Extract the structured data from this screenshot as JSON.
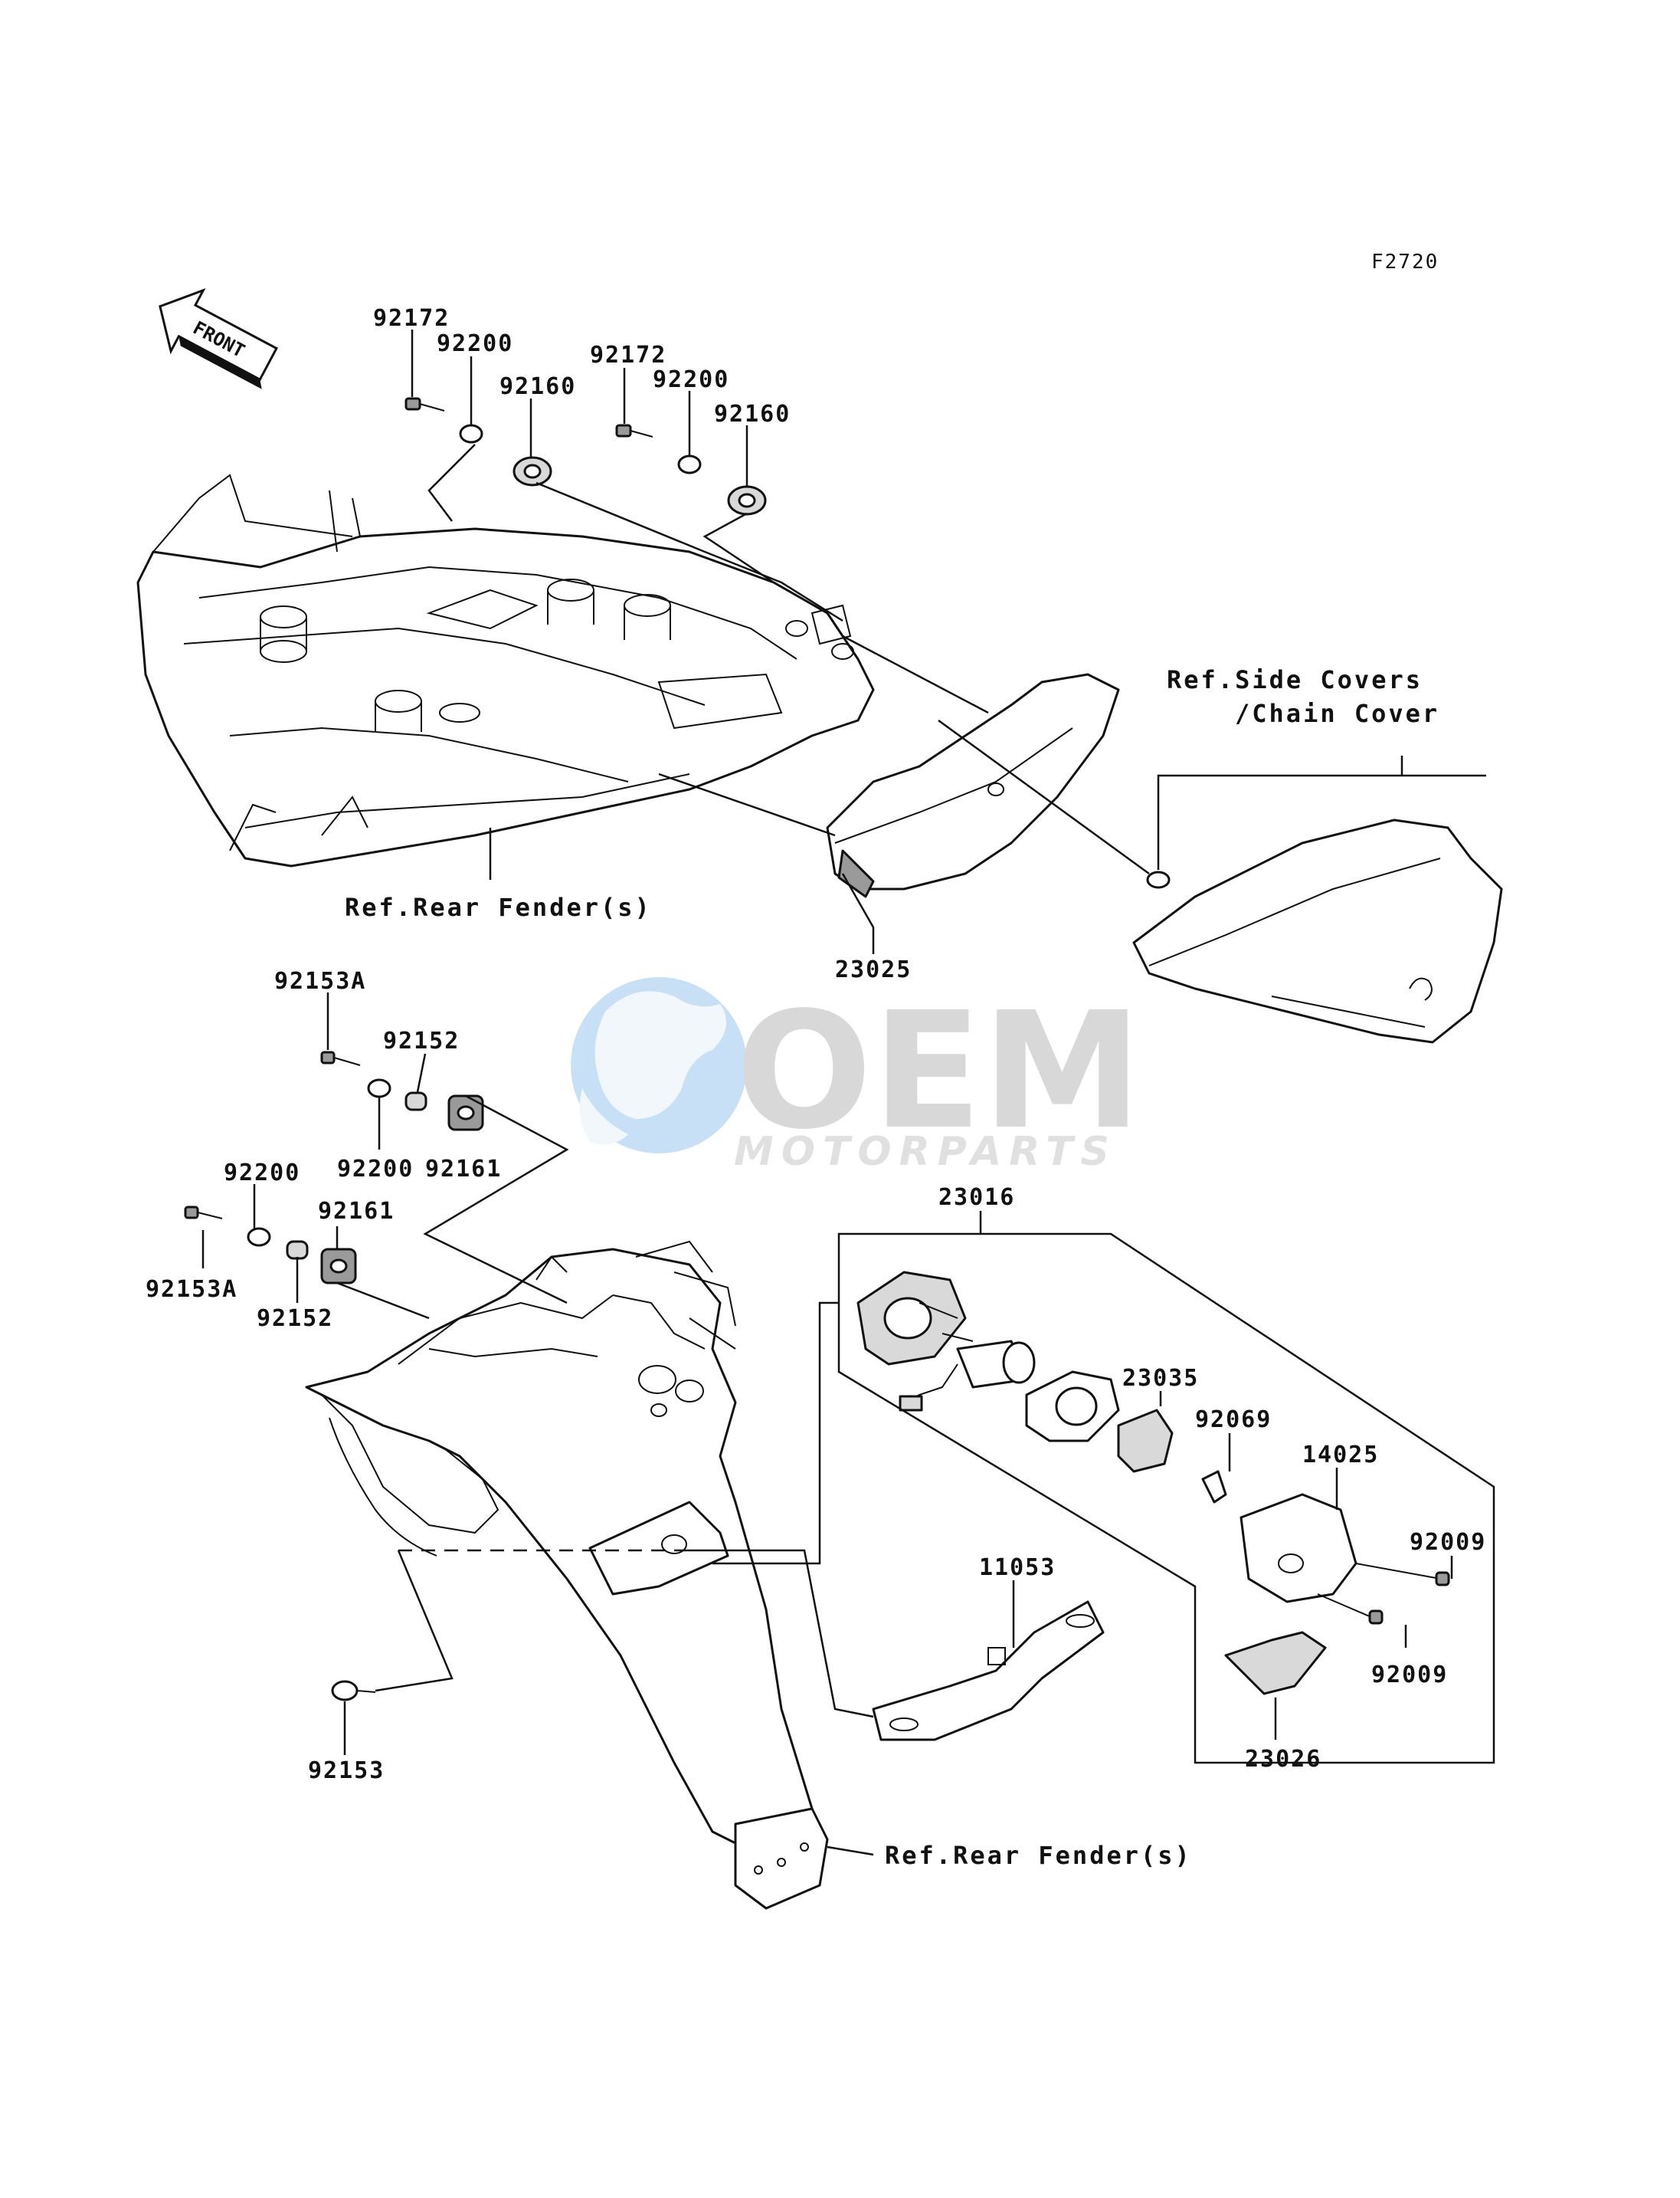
{
  "figure_code": "F2720",
  "front_label": "FRONT",
  "watermark": {
    "brand": "OEM",
    "sub": "MOTORPARTS",
    "color_blue": "#7fb6e6",
    "color_gray": "#b9b9b9"
  },
  "refs": {
    "side_covers_line1": "Ref.Side Covers",
    "side_covers_line2": "/Chain Cover",
    "rear_fender_top": "Ref.Rear Fender(s)",
    "rear_fender_bottom": "Ref.Rear Fender(s)"
  },
  "parts": {
    "p92172_a": "92172",
    "p92200_a": "92200",
    "p92160_a": "92160",
    "p92172_b": "92172",
    "p92200_b": "92200",
    "p92160_b": "92160",
    "p23025": "23025",
    "p92153A_a": "92153A",
    "p92152_a": "92152",
    "p92200_c": "92200",
    "p92161_a": "92161",
    "p92200_d": "92200",
    "p92161_b": "92161",
    "p92153A_b": "92153A",
    "p92152_b": "92152",
    "p23016": "23016",
    "p23035": "23035",
    "p92069": "92069",
    "p14025": "14025",
    "p92009_a": "92009",
    "p92009_b": "92009",
    "p11053": "11053",
    "p23026": "23026",
    "p92153": "92153"
  }
}
